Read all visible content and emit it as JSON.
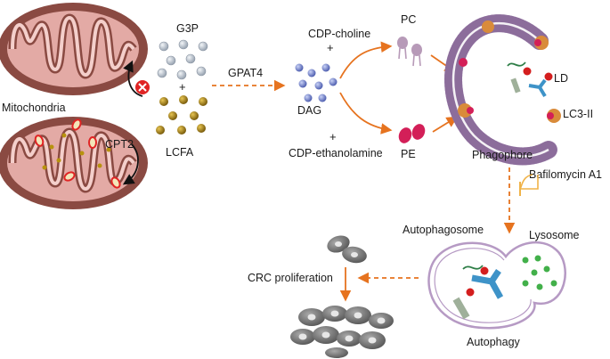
{
  "labels": {
    "mitochondria": "Mitochondria",
    "cpt2": "CPT2",
    "g3p": "G3P",
    "plus_g3p_lcfa": "+",
    "lcfa": "LCFA",
    "gpat4": "GPAT4",
    "dag": "DAG",
    "cdp_choline": "CDP-choline",
    "plus_choline": "+",
    "cdp_ethanolamine": "CDP-ethanolamine",
    "plus_ethanolamine": "+",
    "pc": "PC",
    "pe": "PE",
    "ld": "LD",
    "lc3_ii": "LC3-II",
    "phagophore": "Phagophore",
    "bafilomycin": "Bafilomycin A1",
    "autophagosome": "Autophagosome",
    "lysosome": "Lysosome",
    "autophagy": "Autophagy",
    "crc_proliferation": "CRC proliferation"
  },
  "colors": {
    "mito_outer": "#8a4a42",
    "mito_inner": "#e3aaa5",
    "mito_cristae": "#f4cfcb",
    "g3p_dot": "#b9c3cf",
    "lcfa_dot": "#8c6d14",
    "dag_dot": "#6f7fc8",
    "pc_lipid": "#b79ab8",
    "pe_lipid": "#d31f58",
    "membrane": "#b69ac4",
    "lc3": "#d98b3a",
    "arrow": "#e6731f",
    "cell": "#6f6f6f"
  },
  "icons": {
    "inhibit": "inhibit-x-icon",
    "block": "inhibition-bar-icon"
  }
}
